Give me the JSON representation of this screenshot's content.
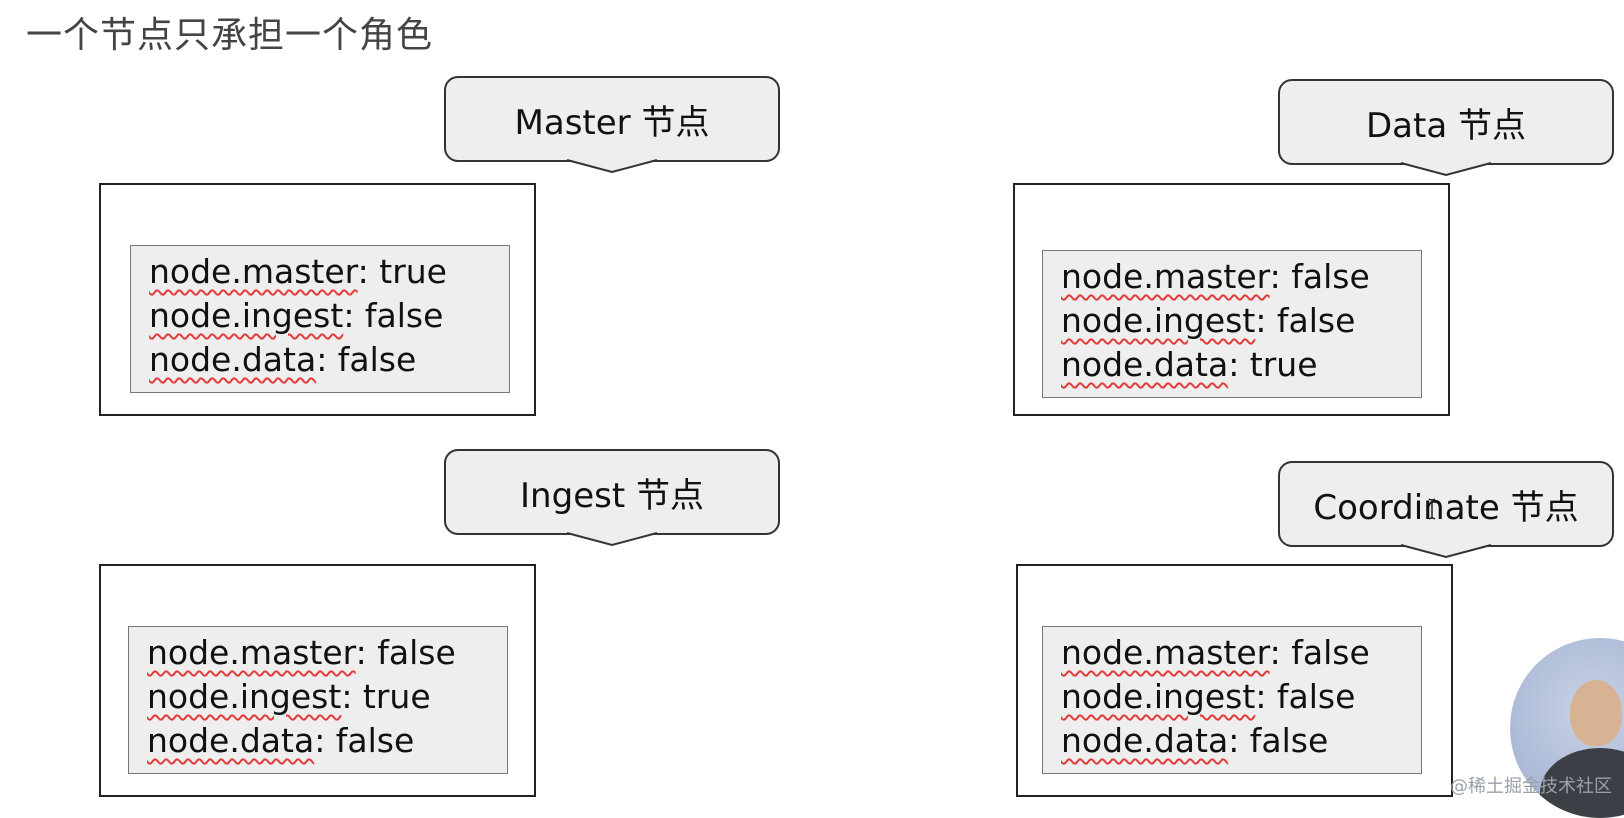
{
  "title": "一个节点只承担一个角色",
  "nodes": [
    {
      "label": "Master 节点",
      "config": [
        {
          "key": "node.master",
          "value": ": true"
        },
        {
          "key": "node.ingest",
          "value": ": false"
        },
        {
          "key": "node.data",
          "value": ": false"
        }
      ]
    },
    {
      "label": "Data 节点",
      "config": [
        {
          "key": "node.master",
          "value": ": false"
        },
        {
          "key": "node.ingest",
          "value": ": false"
        },
        {
          "key": "node.data",
          "value": ": true"
        }
      ]
    },
    {
      "label": "Ingest 节点",
      "config": [
        {
          "key": "node.master",
          "value": ": false"
        },
        {
          "key": "node.ingest",
          "value": ": true"
        },
        {
          "key": "node.data",
          "value": ": false"
        }
      ]
    },
    {
      "label": "Coordinate 节点",
      "config": [
        {
          "key": "node.master",
          "value": ": false"
        },
        {
          "key": "node.ingest",
          "value": ": false"
        },
        {
          "key": "node.data",
          "value": ": false"
        }
      ]
    }
  ],
  "watermark": "@稀土掘金技术社区",
  "colors": {
    "callout_bg": "#eceeef",
    "config_bg": "#eeeeee",
    "spell_underline": "#e23c3c"
  }
}
